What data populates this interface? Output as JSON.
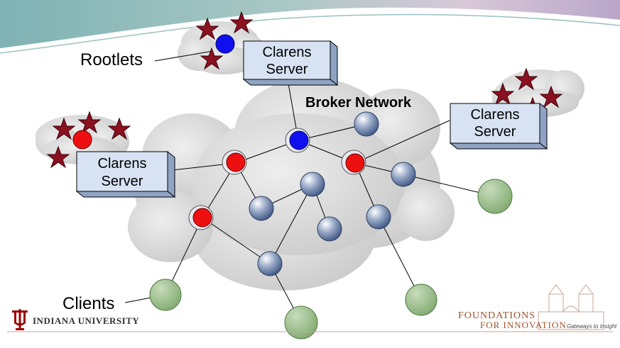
{
  "labels": {
    "rootlets": "Rootlets",
    "clients": "Clients",
    "broker_network": "Broker Network"
  },
  "servers": [
    {
      "line1": "Clarens",
      "line2": "Server"
    },
    {
      "line1": "Clarens",
      "line2": "Server"
    },
    {
      "line1": "Clarens",
      "line2": "Server"
    }
  ],
  "footer": {
    "university": "INDIANA UNIVERSITY",
    "foundations_line1": "FOUNDATIONS",
    "foundations_line2": "FOR INNOVATION",
    "tagline": "Gateways to Insight"
  },
  "colors": {
    "root_node": "#1010ee",
    "broker_node": "#ee1010",
    "peer_node": "#7f93b8",
    "client_node": "#8fb77f",
    "star": "#8b1020",
    "server_box": "#d7e3f3",
    "iu_crimson": "#990000",
    "foundations_text": "#a0522d"
  }
}
